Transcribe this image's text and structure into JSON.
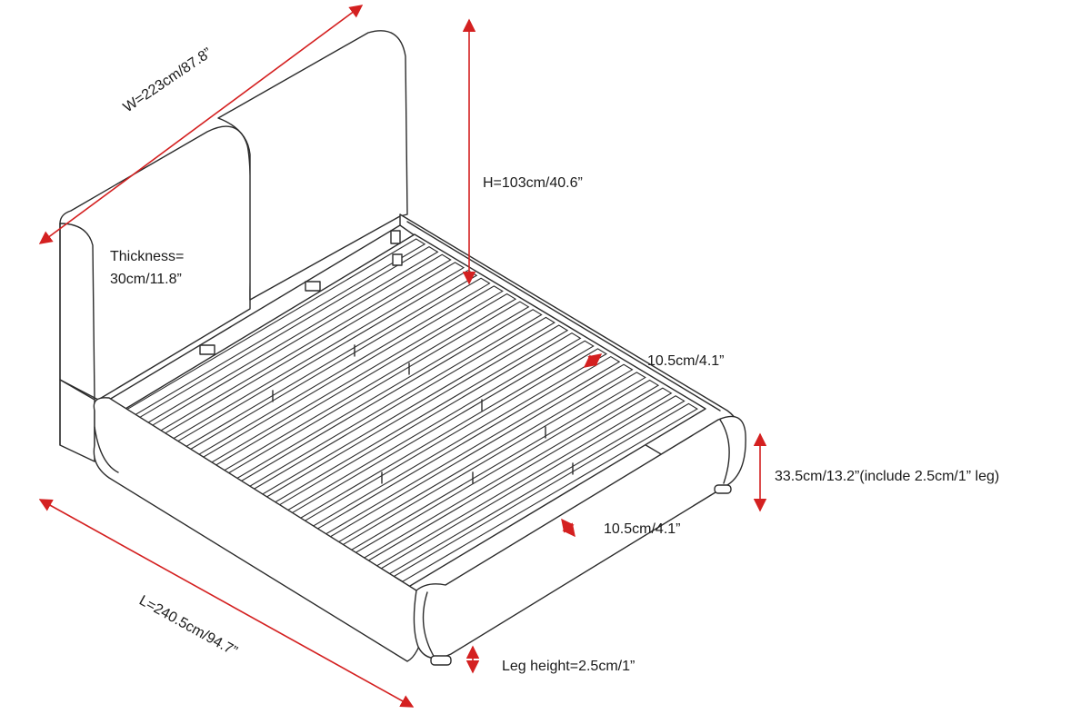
{
  "labels": {
    "width": "W=223cm/87.8”",
    "height": "H=103cm/40.6”",
    "thickness_line1": "Thickness=",
    "thickness_line2": "30cm/11.8”",
    "slat_gap": "10.5cm/4.1”",
    "side_height": "33.5cm/13.2”(include 2.5cm/1” leg)",
    "rail_width": "10.5cm/4.1”",
    "length": "L=240.5cm/94.7”",
    "leg_height": "Leg height=2.5cm/1”"
  },
  "colors": {
    "dimension_arrow": "#d42020",
    "outline": "#2b2b2b",
    "text": "#1a1a1a"
  }
}
